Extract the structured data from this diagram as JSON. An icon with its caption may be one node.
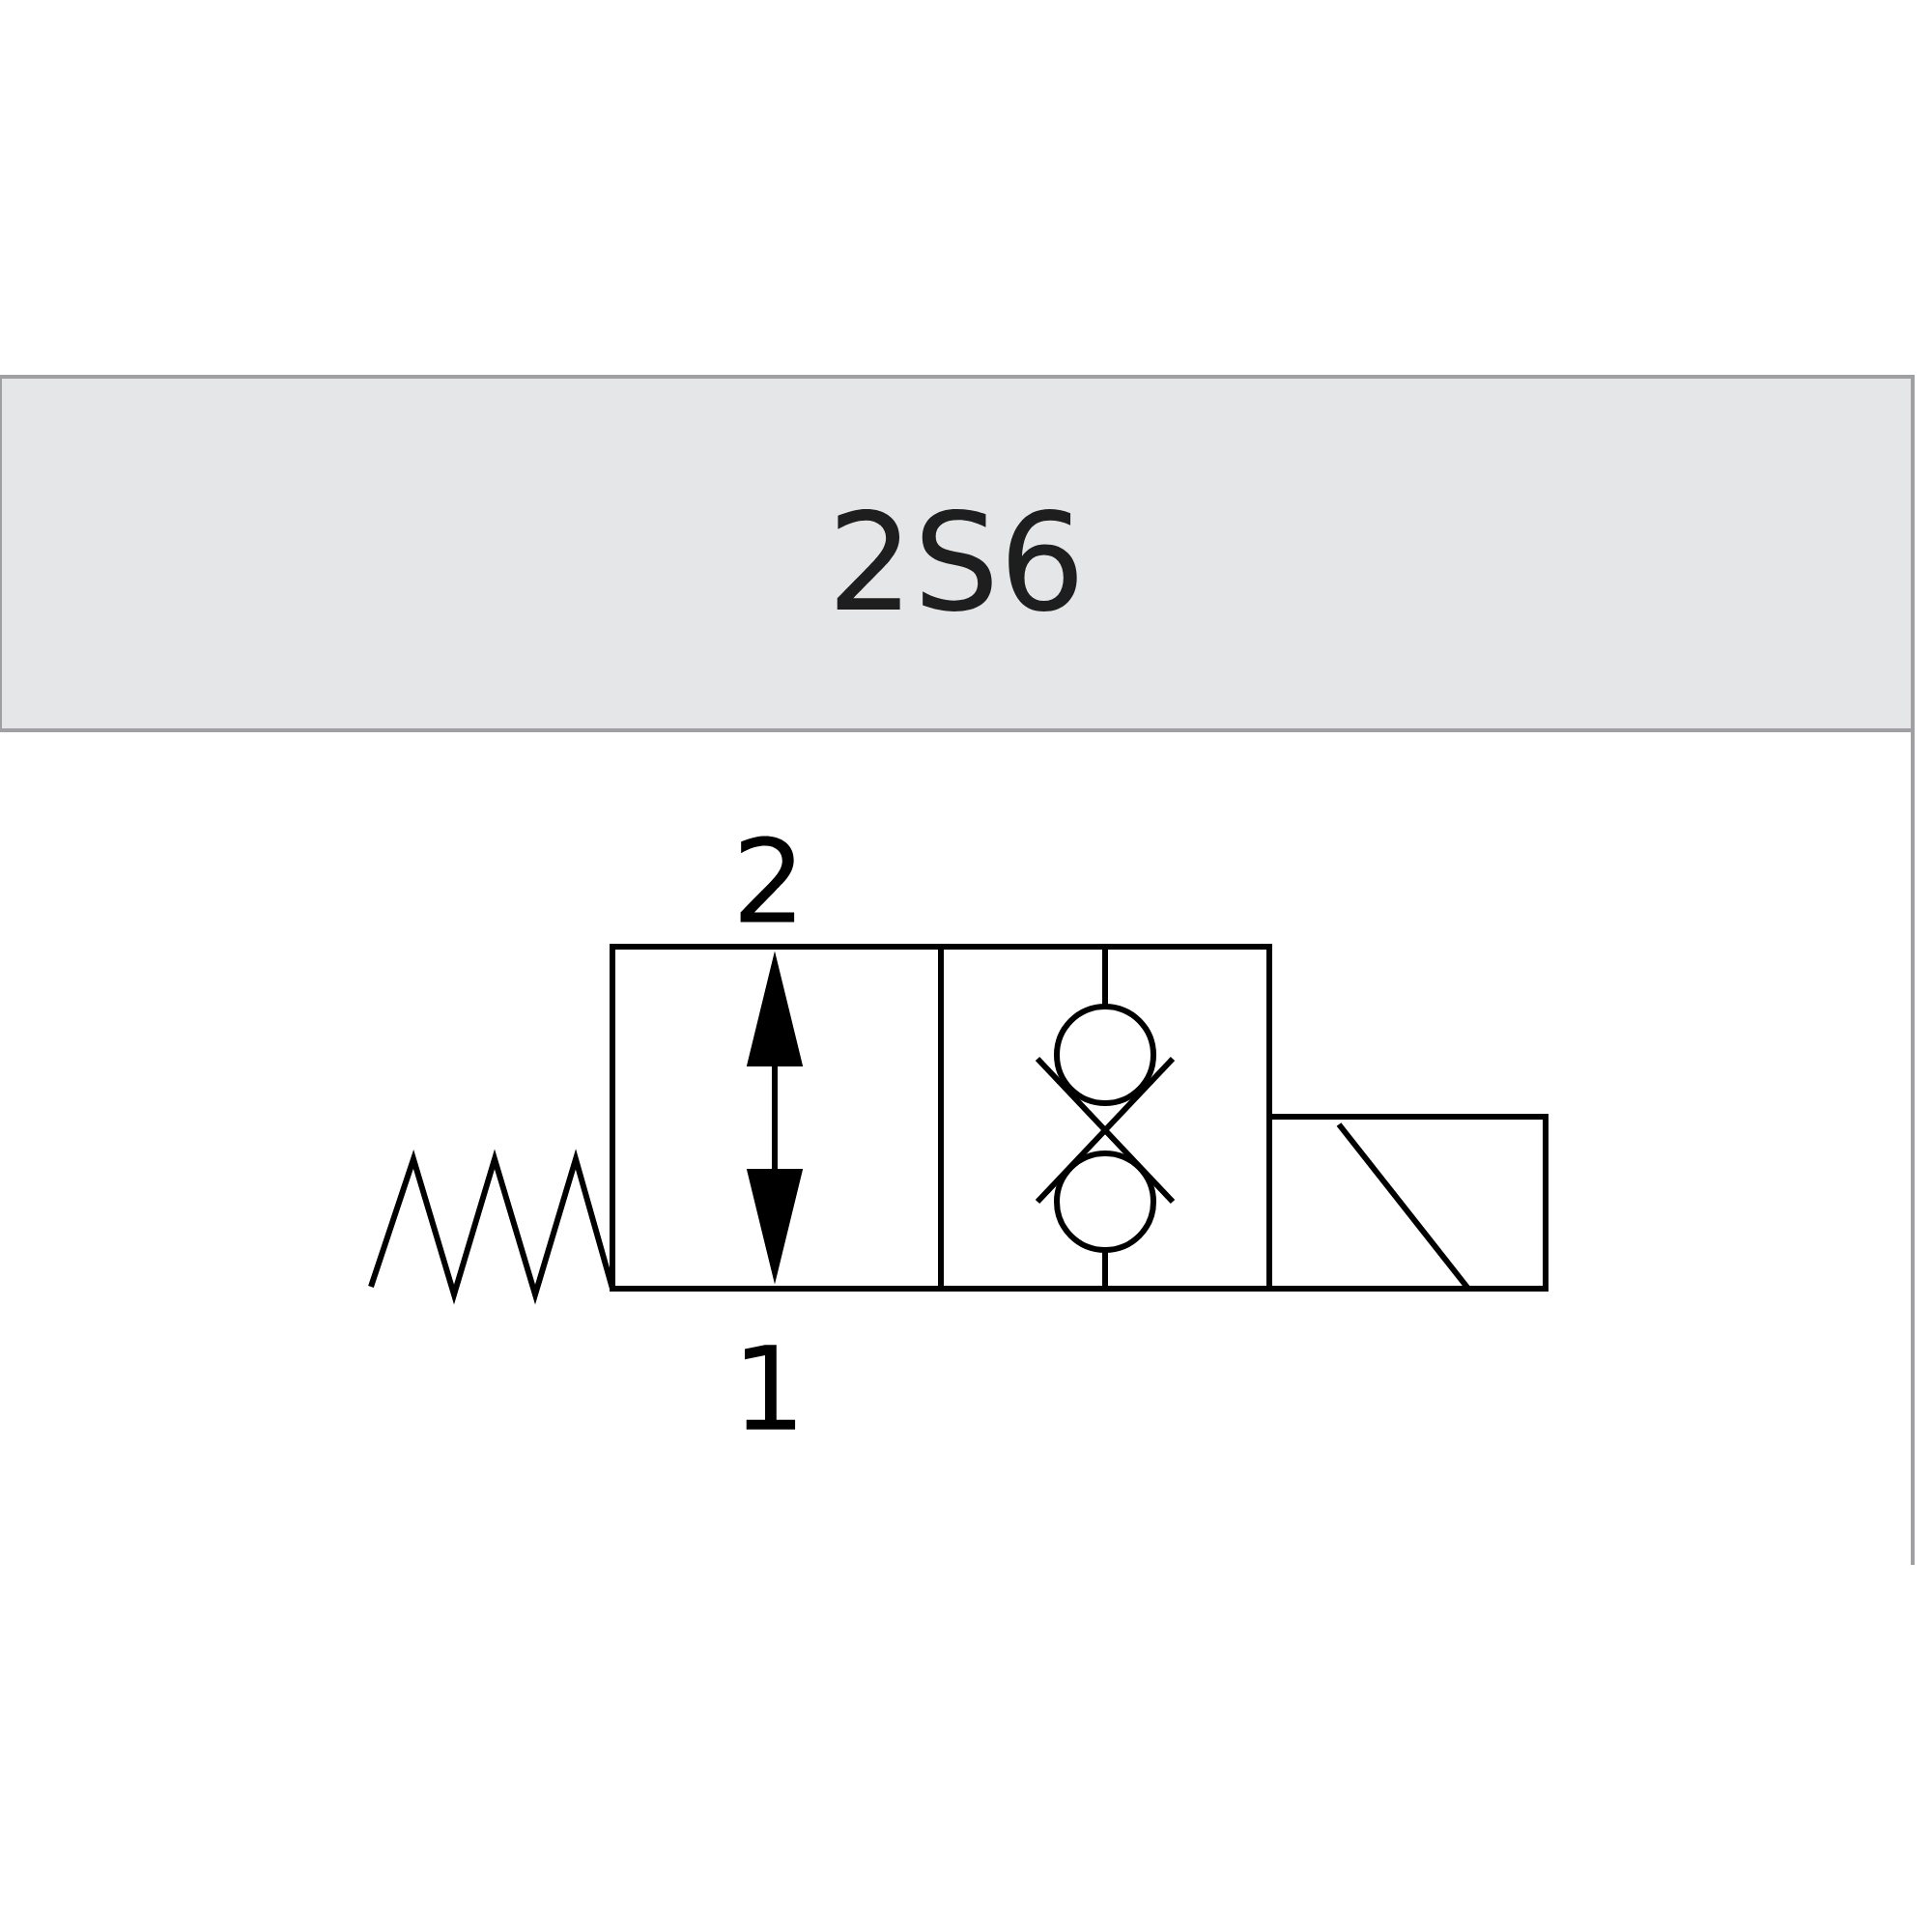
{
  "diagram": {
    "title": "2S6",
    "labels": [
      "2",
      "1"
    ]
  }
}
